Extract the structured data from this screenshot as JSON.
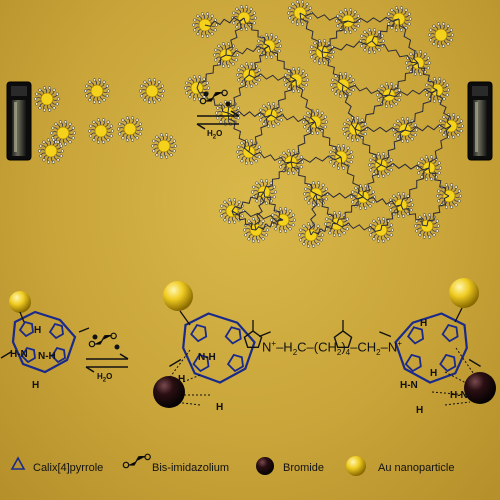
{
  "top_arrow": {
    "reverse_label": "H",
    "reverse_sub": "2",
    "reverse_tail": "O"
  },
  "bottom_arrow": {
    "reverse_label": "H",
    "reverse_sub": "2",
    "reverse_tail": "O"
  },
  "molecule": {
    "chain_h2c": "H",
    "chain_h2c_sub": "2",
    "chain_h2c_tail": "C",
    "chain_ch2_4": "CH",
    "chain_ch2_4_sub": "2",
    "chain_ch2_4_count": "4",
    "chain_ch2": "CH",
    "chain_ch2_sub": "2",
    "plus": "+",
    "nh_labels": [
      "H",
      "H-N",
      "N-H",
      "H",
      "H",
      "N-H",
      "H",
      "H",
      "H-N",
      "H",
      "H-N",
      "H"
    ]
  },
  "legend": [
    {
      "icon": "calixpyrrole-icon",
      "label": "Calix[4]pyrrole"
    },
    {
      "icon": "bis-imidazolium-icon",
      "label": "Bis-imidazolium"
    },
    {
      "icon": "bromide-icon",
      "label": "Bromide"
    },
    {
      "icon": "au-nanoparticle-icon",
      "label": "Au nanoparticle"
    }
  ],
  "colors": {
    "background": "#c9a53a",
    "particle": "#f2d21c",
    "ligand": "#2a2a6a",
    "bromide": "#2a0f12",
    "gold_ball": "#e9c21c"
  }
}
